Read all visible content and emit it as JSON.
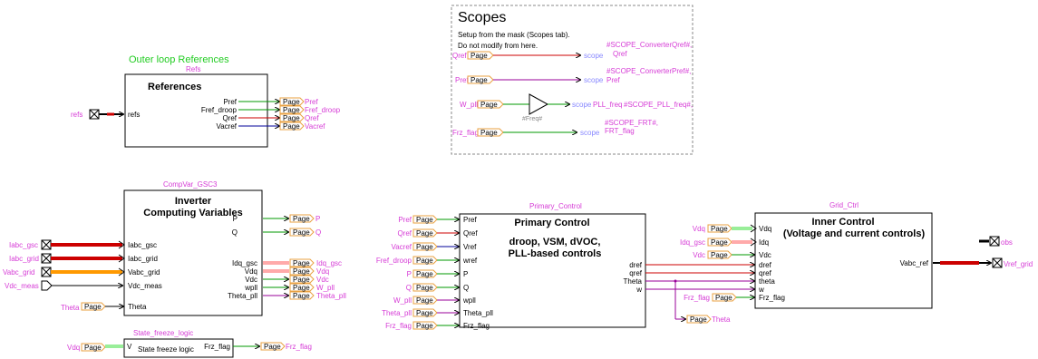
{
  "colors": {
    "magenta": "#d63cd6",
    "green_title": "#22cc22",
    "page_border": "#e8a040",
    "scope_blue": "#8888ff",
    "wire_red": "#cc0000",
    "wire_green": "#009900",
    "wire_blue": "#000099",
    "wire_purple": "#990099",
    "wire_orange": "#ff9900",
    "wire_pink": "#ffaaaa",
    "wire_lightgreen": "#99ee99"
  },
  "scopes": {
    "title": "Scopes",
    "line1": "Setup from the mask (Scopes tab).",
    "line2": "Do not modify from here.",
    "rows": [
      {
        "src": "Qref",
        "tag": "#SCOPE_ConverterQref#,",
        "sig": "Qref"
      },
      {
        "src": "Pref",
        "tag": "#SCOPE_ConverterPref#,",
        "sig": "Pref"
      },
      {
        "src": "W_pll",
        "tag": "#SCOPE_PLL_freq#,",
        "sig": "PLL_freq"
      },
      {
        "src": "Frz_flag",
        "tag": "#SCOPE_FRT#,",
        "sig": "FRT_flag"
      }
    ],
    "scope_label": "scope",
    "gain_label": "#Freq#"
  },
  "references": {
    "group_title": "Outer loop References",
    "name": "Refs",
    "title": "References",
    "input_label": "refs",
    "input_port": "refs",
    "outputs": [
      "Pref",
      "Fref_droop",
      "Qref",
      "Vacref"
    ]
  },
  "inverter": {
    "name": "CompVar_GSC3",
    "title1": "Inverter",
    "title2": "Computing Variables",
    "in_ports": [
      "Iabc_gsc",
      "Iabc_grid",
      "Vabc_grid",
      "Vdc_meas",
      "Theta"
    ],
    "in_labels": [
      "Iabc_gsc",
      "Iabc_grid",
      "Vabc_grid",
      "Vdc_meas"
    ],
    "theta_label": "Theta",
    "out_ports_top": [
      "P",
      "Q"
    ],
    "out_ports": [
      "Idq_gsc",
      "Vdq",
      "Vdc",
      "wpll",
      "Theta_pll"
    ],
    "out_labels": [
      "P",
      "Q",
      "Idq_gsc",
      "Vdq",
      "Vdc",
      "W_pll",
      "Theta_pll"
    ]
  },
  "freeze": {
    "name": "State_freeze_logic",
    "title": "State freeze logic",
    "in_port": "V",
    "out_port": "Frz_flag",
    "in_label": "Vdq",
    "out_label": "Frz_flag"
  },
  "primary": {
    "name": "Primary_Control",
    "title1": "Primary Control",
    "title2": "droop, VSM, dVOC,",
    "title3": "PLL-based controls",
    "in_labels": [
      "Pref",
      "Qref",
      "Vacref",
      "Fref_droop",
      "P",
      "Q",
      "W_pll",
      "Theta_pll",
      "Frz_flag"
    ],
    "in_ports": [
      "Pref",
      "Qref",
      "Vref",
      "wref",
      "P",
      "Q",
      "wpll",
      "Theta_pll",
      "Frz_flag"
    ],
    "out_ports": [
      "dref",
      "qref",
      "Theta",
      "w"
    ]
  },
  "inner": {
    "name": "Grid_Ctrl",
    "title1": "Inner Control",
    "title2": "(Voltage and current controls)",
    "in_labels": [
      "Vdq",
      "Idq_gsc",
      "Vdc",
      "Frz_flag"
    ],
    "in_ports": [
      "Vdq",
      "Idq",
      "Vdc",
      "dref",
      "qref",
      "theta",
      "w",
      "Frz_flag"
    ],
    "out_port": "Vabc_ref",
    "theta_page": "Theta",
    "out_label": "Vref_grid",
    "obs_label": "obs"
  },
  "page_label": "Page"
}
